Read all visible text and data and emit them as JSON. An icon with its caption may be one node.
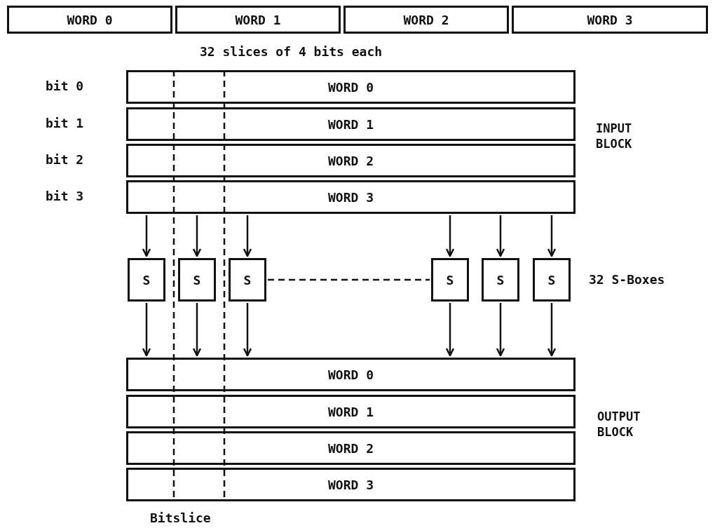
{
  "diagram": {
    "nodes": [
      {
        "text": [
          "WORD 0"
        ]
      },
      {
        "text": [
          "WORD 1"
        ]
      },
      {
        "text": [
          "WORD 2"
        ]
      },
      {
        "text": [
          "WORD 3"
        ]
      },
      {
        "text": [
          "WORD 0"
        ],
        "beside": [
          "bit 0"
        ]
      },
      {
        "text": [
          "WORD 1"
        ],
        "beside": [
          "bit 1"
        ]
      },
      {
        "text": [
          "WORD 2"
        ],
        "beside": [
          "bit 2"
        ]
      },
      {
        "text": [
          "WORD 3"
        ],
        "beside": [
          "bit 3"
        ]
      },
      {
        "text": [
          "S"
        ]
      },
      {
        "text": [
          "S"
        ]
      },
      {
        "text": [
          "S"
        ]
      },
      {
        "text": [
          "S"
        ]
      },
      {
        "text": [
          "S"
        ]
      },
      {
        "text": [
          "S"
        ]
      },
      {
        "text": [
          "WORD 0"
        ]
      },
      {
        "text": [
          "WORD 1"
        ]
      },
      {
        "text": [
          "WORD 2"
        ]
      },
      {
        "text": [
          "WORD 3"
        ]
      }
    ],
    "edges": [
      {
        "from": 7,
        "to": 8,
        "arrow": "to"
      },
      {
        "from": 7,
        "to": 9,
        "arrow": "to"
      },
      {
        "from": 7,
        "to": 10,
        "arrow": "to"
      },
      {
        "from": 7,
        "to": 11,
        "arrow": "to"
      },
      {
        "from": 7,
        "to": 12,
        "arrow": "to"
      },
      {
        "from": 7,
        "to": 13,
        "arrow": "to"
      },
      {
        "from": 10,
        "to": 11,
        "arrow": "none",
        "style": "dashed"
      },
      {
        "from": 8,
        "to": 14,
        "arrow": "to"
      },
      {
        "from": 9,
        "to": 14,
        "arrow": "to"
      },
      {
        "from": 10,
        "to": 14,
        "arrow": "to"
      },
      {
        "from": 11,
        "to": 14,
        "arrow": "to"
      },
      {
        "from": 12,
        "to": 14,
        "arrow": "to"
      },
      {
        "from": 13,
        "to": 14,
        "arrow": "to"
      }
    ],
    "labels": [
      "32 slices of 4 bits each",
      "INPUT BLOCK",
      "32 S-Boxes",
      "OUTPUT BLOCK",
      "Bitslice"
    ]
  }
}
